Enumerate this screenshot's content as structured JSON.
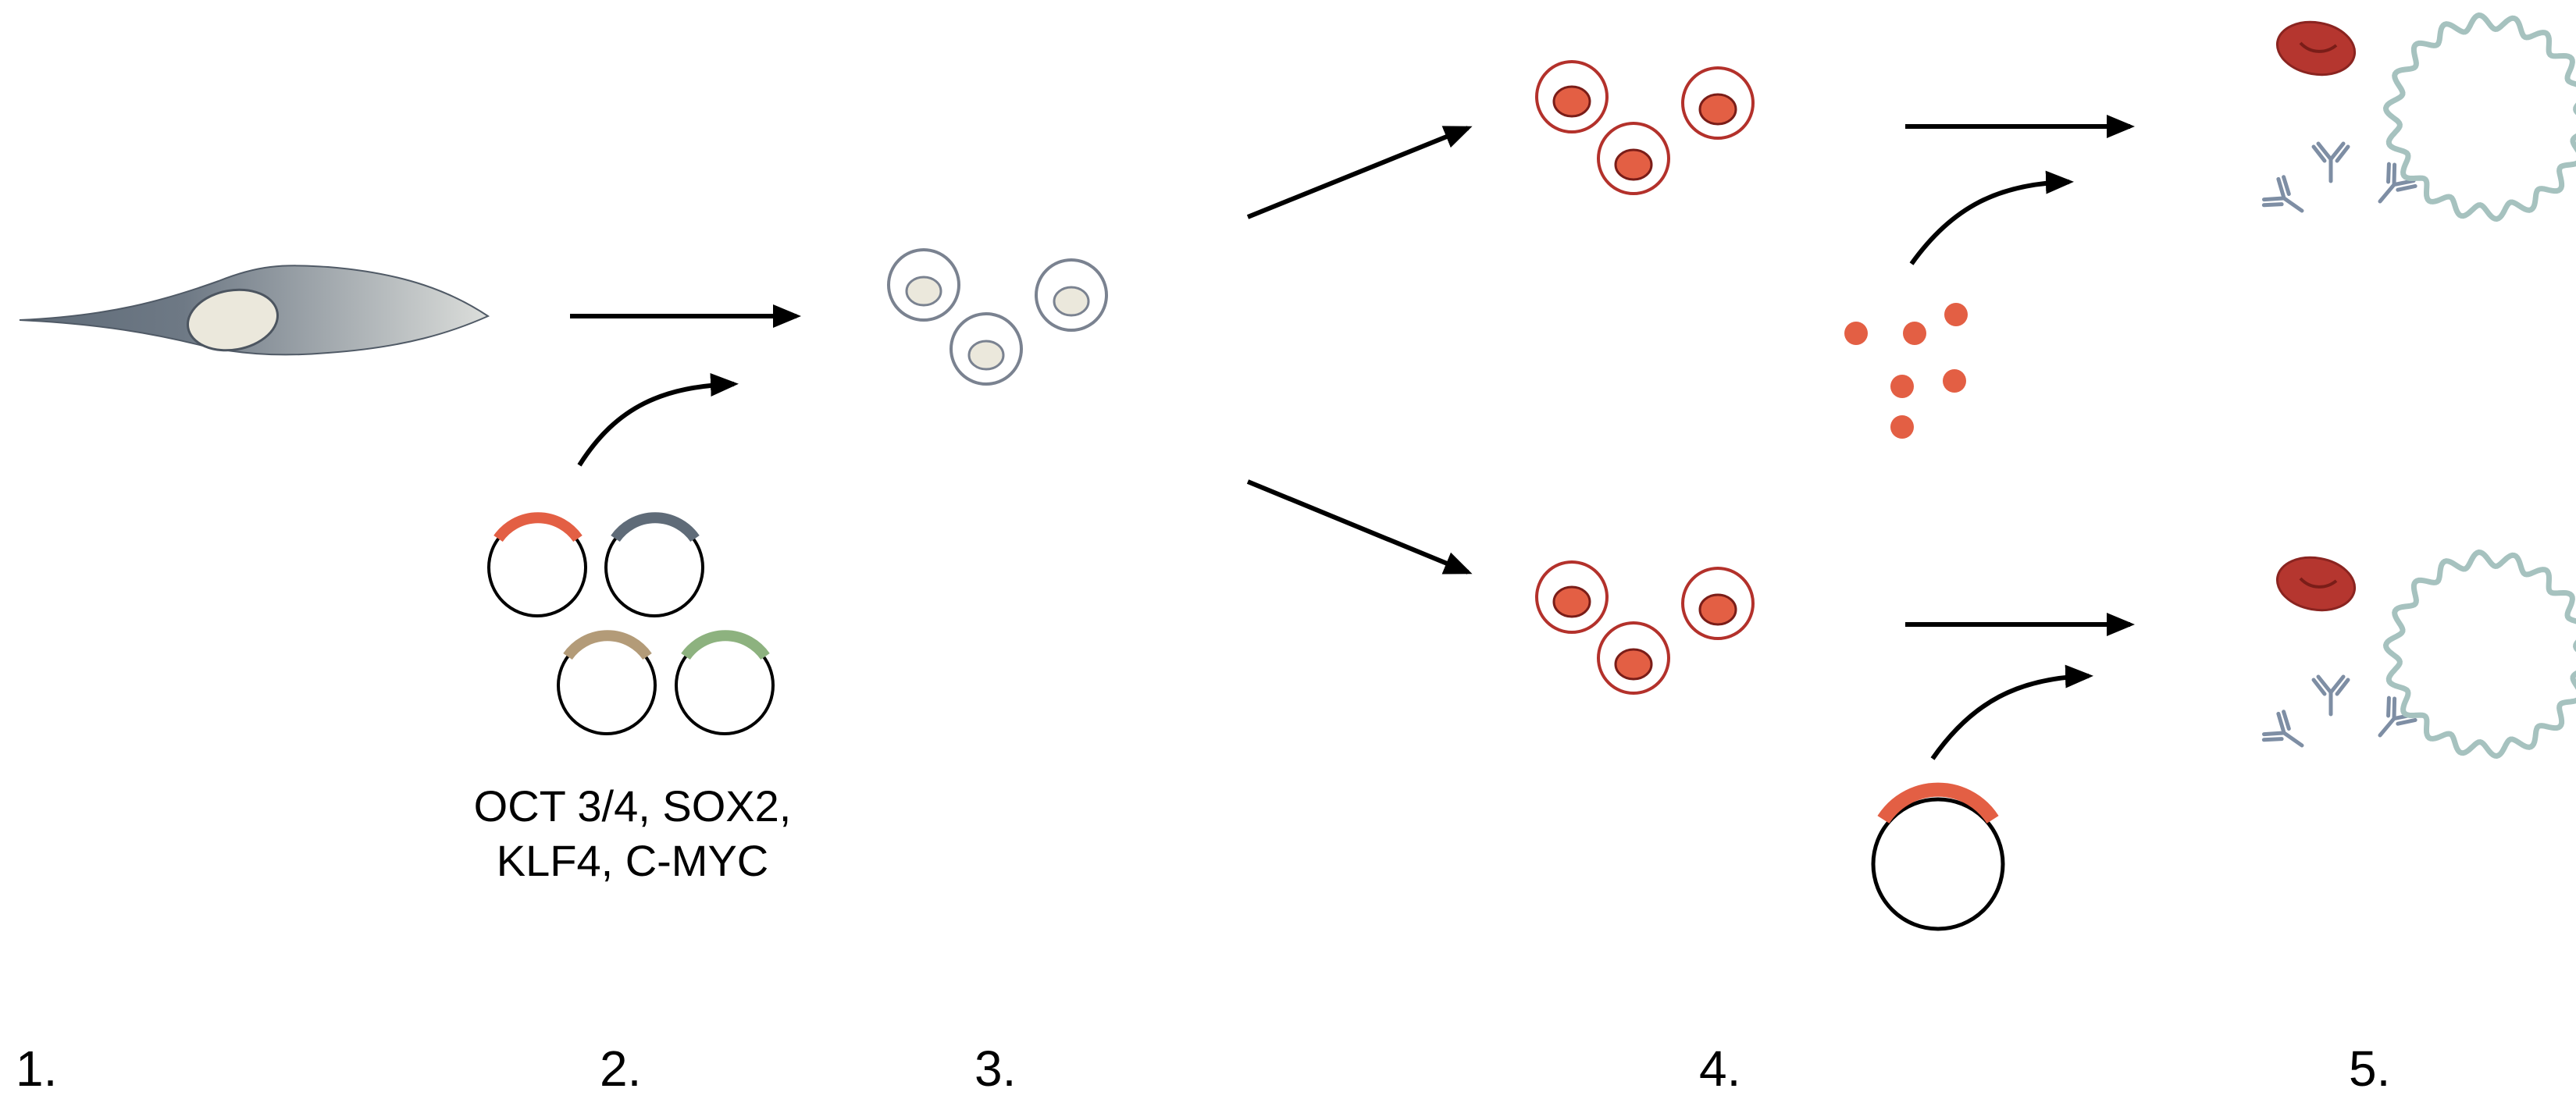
{
  "step_labels": [
    "1.",
    "2.",
    "3.",
    "4.",
    "5."
  ],
  "factors": {
    "line1": "OCT 3/4, SOX2,",
    "line2": "KLF4, C-MYC"
  },
  "colors": {
    "fibroblast_dark": "#5f6b78",
    "fibroblast_light": "#d4d6d3",
    "nucleus_light": "#ebe8dc",
    "ipsc_outline": "#7a8290",
    "cell_outline_red": "#b3312b",
    "cell_nucleus": "#e35f44",
    "dots": "#e35f44",
    "plasmid_red": "#e35f44",
    "plasmid_slate": "#5f6b78",
    "plasmid_tan": "#b39b78",
    "plasmid_green": "#8db27f",
    "rbc": "#b5362f",
    "rbc_dark": "#8a2420",
    "antibody": "#7e8ea4",
    "membrane": "#a6c2bf",
    "arrow": "#000000"
  },
  "icons": {
    "fibroblast": "fibroblast-cell-icon",
    "ipsc": "stem-cell-icon",
    "differentiated": "differentiated-cell-icon",
    "plasmid": "plasmid-icon",
    "rbc": "red-blood-cell-icon",
    "antibody": "antibody-icon",
    "membrane": "membrane-vesicle-icon",
    "dots": "small-molecule-dot-icon"
  }
}
